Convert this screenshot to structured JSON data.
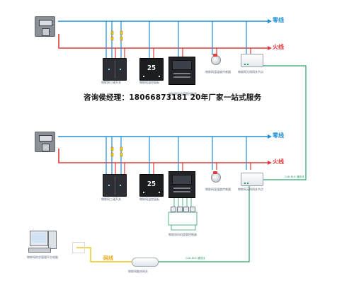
{
  "labels": {
    "neutral": "零线",
    "live": "火线",
    "network": "网线"
  },
  "banner": "咨询侯经理：18066873181   20年厂家一站式服务",
  "devices": {
    "switch_panel": "物联网三键开关",
    "thermostat": "物联网温控面板",
    "controller": "物联网风机盘管控制器",
    "sensor": "物联网温湿度传感器",
    "wireless_node": "物联网无线网关节点",
    "pc": "物联网综合管理平台电脑",
    "gateway": "物联网融合网关"
  },
  "displays": {
    "thermostat_temp": "25"
  },
  "bus_label": "CAN BUS 通信线",
  "colors": {
    "neutral_line": "#1e8fd6",
    "live_line": "#e23b3b",
    "bus_line": "#2aa36a",
    "text": "#111111"
  },
  "icons": [
    "arrow-right-icon",
    "meter-icon",
    "switch-icon",
    "thermostat-icon",
    "controller-icon",
    "sensor-icon",
    "node-icon",
    "pc-icon",
    "gateway-icon"
  ]
}
